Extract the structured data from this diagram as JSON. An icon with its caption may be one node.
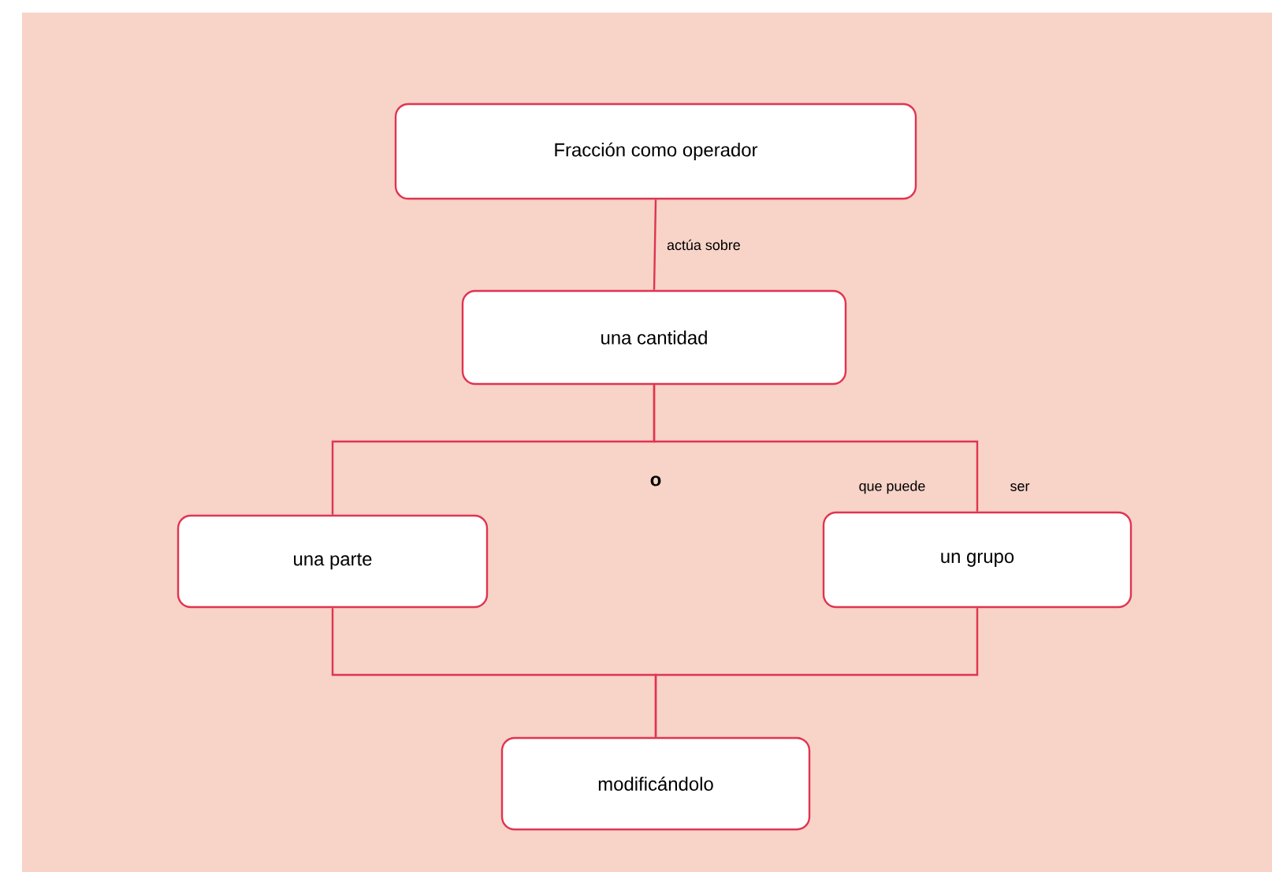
{
  "diagram": {
    "nodes": [
      {
        "text": [
          "Fracción como operador"
        ]
      },
      {
        "text": [
          "una cantidad"
        ]
      },
      {
        "text": [
          "una parte"
        ]
      },
      {
        "text": [
          "un grupo"
        ]
      },
      {
        "text": [
          "modificándolo"
        ]
      }
    ],
    "edges": [
      {
        "from": 0,
        "to": 1,
        "arrow": "none",
        "label": "actúa sobre"
      },
      {
        "from": 1,
        "to": 2,
        "arrow": "none"
      },
      {
        "from": 1,
        "to": 3,
        "arrow": "none"
      },
      {
        "from": 2,
        "to": 4,
        "arrow": "none"
      },
      {
        "from": 3,
        "to": 4,
        "arrow": "none"
      }
    ],
    "labels": [
      "o",
      "que puede",
      "ser"
    ]
  }
}
